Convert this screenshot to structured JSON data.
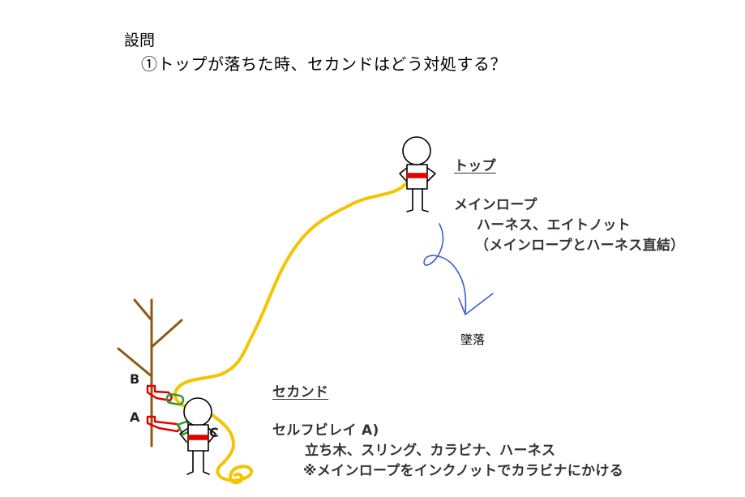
{
  "question": {
    "heading": "設問",
    "text": "①トップが落ちた時、セカンドはどう対処する？"
  },
  "top": {
    "title": "トップ",
    "rope_label": "メインロープ",
    "rope_detail": "ハーネス、エイトノット",
    "rope_note": "（メインロープとハーネス直結）",
    "fall_label": "墜落"
  },
  "second": {
    "title": "セカンド",
    "selfbelay_label": "セルフビレイ A)",
    "selfbelay_detail": "立ち木、スリング、カラビナ、ハーネス",
    "selfbelay_note": "※メインロープをインクノットでカラビナにかける"
  },
  "points": {
    "a": "A",
    "b": "B",
    "c": "C"
  },
  "colors": {
    "rope": "#f5c400",
    "harness": "#e00000",
    "fall_path": "#3a5fd0",
    "tree": "#8b5a14",
    "carabiner": "#2e9a2e",
    "figure": "#000000"
  }
}
